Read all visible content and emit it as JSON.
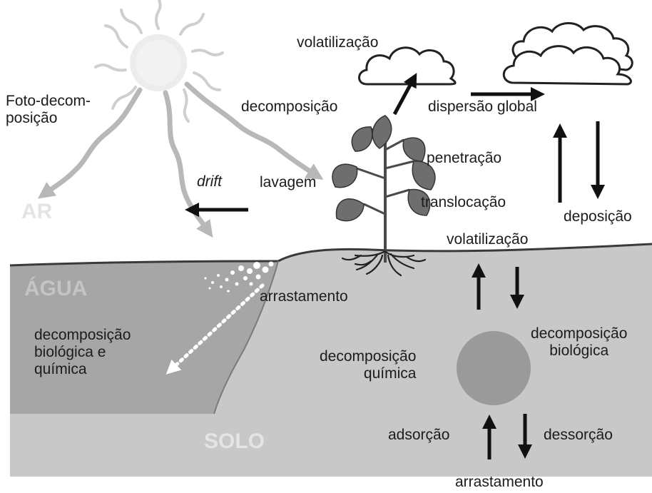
{
  "diagram": {
    "zones": {
      "air": "AR",
      "water": "ÁGUA",
      "soil": "SOLO"
    },
    "labels": {
      "photo_decomposition": "Foto-decom-\nposição",
      "drift": "drift",
      "washing": "lavagem",
      "decomposition_top": "decomposição",
      "volatilization_top": "volatilização",
      "global_dispersion": "dispersão global",
      "penetration": "penetração",
      "translocation": "translocação",
      "deposition": "deposição",
      "volatilization_soil": "volatilização",
      "runoff_water": "arrastamento",
      "water_decomposition": "decomposição\nbiológica e\nquímica",
      "chemical_decomposition": "decomposição\nquímica",
      "biological_decomposition": "decomposição\nbiológica",
      "adsorption": "adsorção",
      "desorption": "dessorção",
      "runoff_bottom": "arrastamento"
    },
    "colors": {
      "soil": "#c8c8c8",
      "water": "#a6a6a6",
      "ground_line": "#3a3a3a",
      "rays": "#b8b8b8",
      "arrows": "#111111",
      "zone_labels": "#e4e4e4",
      "leaf": "#6e6e6e",
      "particle": "#9a9a9a"
    },
    "icons": {
      "sun": "sun-icon",
      "cloud": "cloud-icon",
      "plant": "plant-icon"
    }
  }
}
